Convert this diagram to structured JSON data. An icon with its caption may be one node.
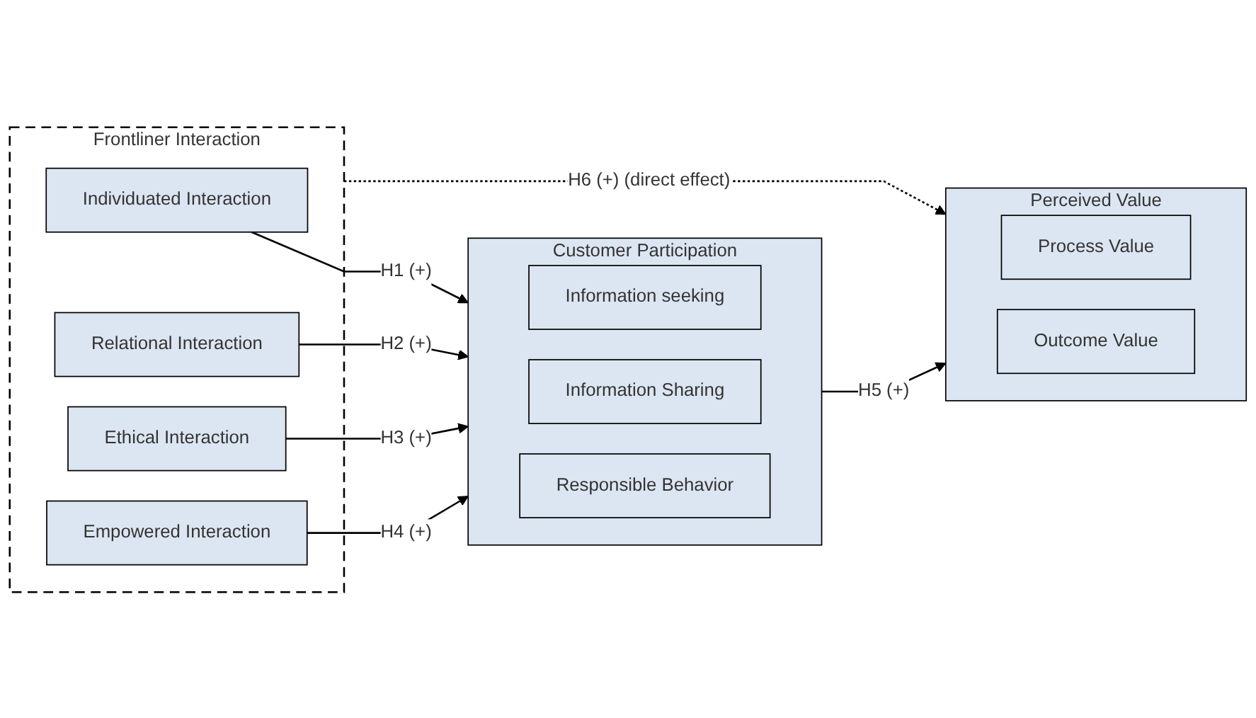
{
  "diagram": {
    "nodes": [
      {
        "text": [
          "Frontliner Interaction"
        ]
      },
      {
        "text": [
          "Individuated Interaction"
        ],
        "in": 0
      },
      {
        "text": [
          "Relational Interaction"
        ],
        "in": 0
      },
      {
        "text": [
          "Ethical Interaction"
        ],
        "in": 0
      },
      {
        "text": [
          "Empowered Interaction"
        ],
        "in": 0
      },
      {
        "text": [
          "Customer Participation"
        ]
      },
      {
        "text": [
          "Information seeking"
        ],
        "in": 5
      },
      {
        "text": [
          "Information Sharing"
        ],
        "in": 5
      },
      {
        "text": [
          "Responsible Behavior"
        ],
        "in": 5
      },
      {
        "text": [
          "Perceived Value"
        ]
      },
      {
        "text": [
          "Process Value"
        ],
        "in": 9
      },
      {
        "text": [
          "Outcome Value"
        ],
        "in": 9
      }
    ],
    "edges": [
      {
        "from": 1,
        "to": 5,
        "arrow": "to",
        "label": "H1 (+)"
      },
      {
        "from": 2,
        "to": 5,
        "arrow": "to",
        "label": "H2 (+)"
      },
      {
        "from": 3,
        "to": 5,
        "arrow": "to",
        "label": "H3 (+)"
      },
      {
        "from": 4,
        "to": 5,
        "arrow": "to",
        "label": "H4 (+)"
      },
      {
        "from": 5,
        "to": 9,
        "arrow": "to",
        "label": "H5 (+)"
      },
      {
        "from": 0,
        "to": 9,
        "arrow": "to",
        "label": "H6 (+) (direct effect)",
        "style": "dashed"
      }
    ]
  }
}
